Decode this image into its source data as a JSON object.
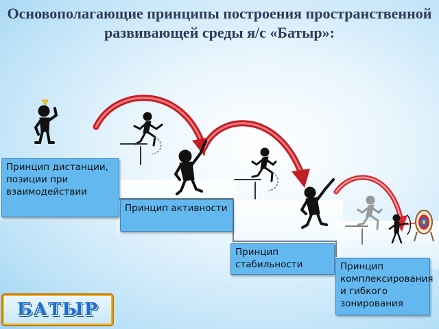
{
  "title": "Основополагающие принципы построения пространственной развивающей среды я/с «Батыр»:",
  "principles": [
    "Принцип дистанции, позиции при взаимодействии",
    "Принцип активности",
    "Принцип стабильности",
    "Принцип комплексирования и гибкого зонирования"
  ],
  "logo": "БАТЫР",
  "colors": {
    "box": "#63b8f0",
    "arrow": "#d8262c",
    "figure": "#111111"
  }
}
